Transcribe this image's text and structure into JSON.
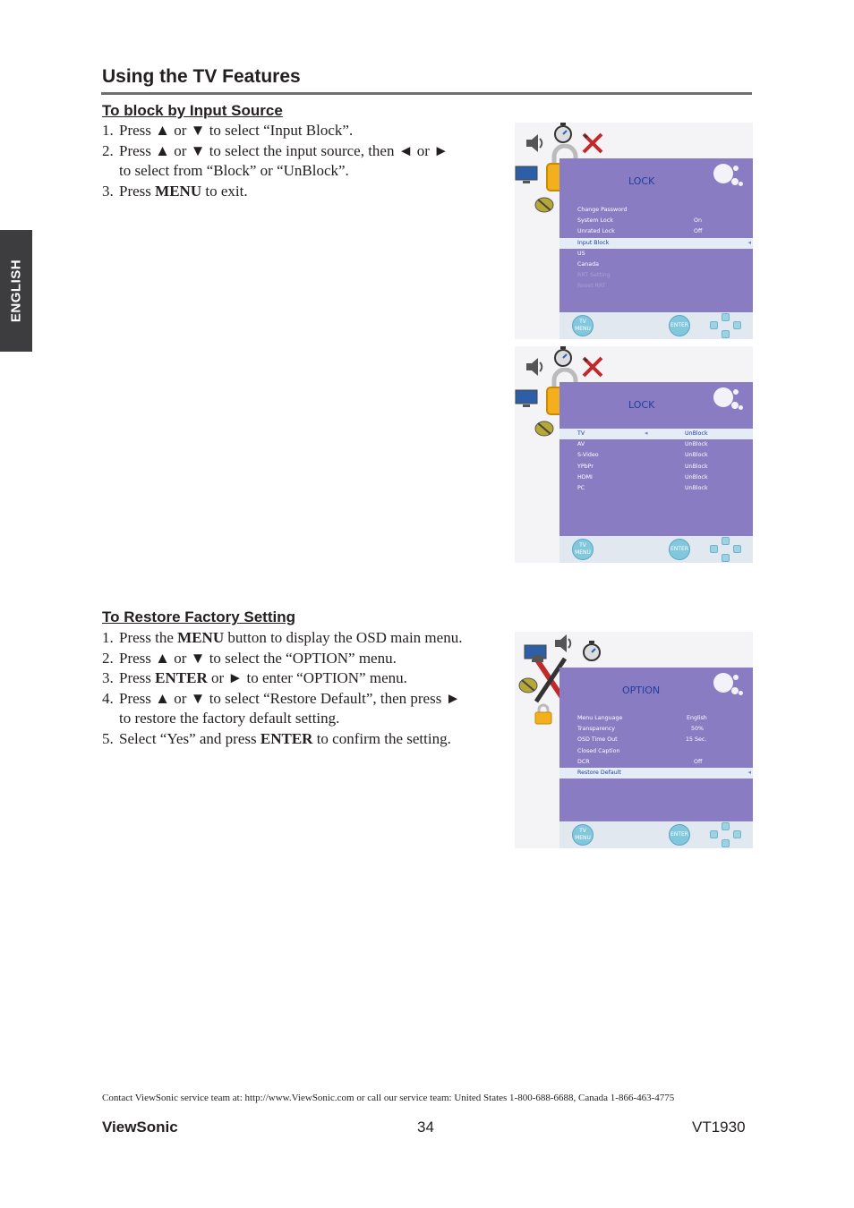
{
  "header": {
    "title": "Using the TV Features"
  },
  "side_tab": {
    "label": "ENGLISH"
  },
  "section_block": {
    "heading": "To block by Input Source",
    "steps": [
      {
        "num": "1.",
        "parts": [
          "Press ▲ or ▼ to select “Input Block”."
        ]
      },
      {
        "num": "2.",
        "parts": [
          "Press ▲ or ▼ to select the input source, then ◄ or ►",
          "to select from “Block” or “UnBlock”."
        ]
      },
      {
        "num": "3.",
        "pre": "Press ",
        "bold": "MENU",
        "post": " to exit."
      }
    ]
  },
  "section_restore": {
    "heading": "To Restore Factory Setting",
    "steps": [
      {
        "num": "1.",
        "pre": "Press the ",
        "bold": "MENU",
        "post": " button to display the OSD main menu."
      },
      {
        "num": "2.",
        "pre": "Press ▲ or ▼ to select the “OPTION” menu.",
        "bold": "",
        "post": ""
      },
      {
        "num": "3.",
        "pre": "Press ",
        "bold": "ENTER",
        "post": " or ► to enter “OPTION” menu."
      },
      {
        "num": "4.",
        "pre": "Press ▲ or ▼ to select “Restore Default”, then press ►",
        "bold": "",
        "post": "",
        "line2": "to restore the factory default setting."
      },
      {
        "num": "5.",
        "pre": "Select “Yes” and press ",
        "bold": "ENTER",
        "post": " to confirm the setting."
      }
    ]
  },
  "osd_lock_1": {
    "title": "LOCK",
    "rows": [
      {
        "label": "Change Password",
        "value": ""
      },
      {
        "label": "System Lock",
        "value": "On"
      },
      {
        "label": "Unrated Lock",
        "value": "Off"
      },
      {
        "label": "Input Block",
        "value": "",
        "selected": true
      },
      {
        "label": "US",
        "value": ""
      },
      {
        "label": "Canada",
        "value": ""
      },
      {
        "label": "RRT Setting",
        "value": "",
        "dim": true
      },
      {
        "label": "Reset RRT",
        "value": "",
        "dim": true
      }
    ]
  },
  "osd_lock_2": {
    "title": "LOCK",
    "rows": [
      {
        "label": "TV",
        "value": "UnBlock",
        "selected": true
      },
      {
        "label": "AV",
        "value": "UnBlock"
      },
      {
        "label": "S-Video",
        "value": "UnBlock"
      },
      {
        "label": "YPbPr",
        "value": "UnBlock"
      },
      {
        "label": "HDMI",
        "value": "UnBlock"
      },
      {
        "label": "PC",
        "value": "UnBlock"
      }
    ]
  },
  "osd_option": {
    "title": "OPTION",
    "rows": [
      {
        "label": "Menu Language",
        "value": "English"
      },
      {
        "label": "Transparency",
        "value": "50%"
      },
      {
        "label": "OSD Time Out",
        "value": "15 Sec."
      },
      {
        "label": "Closed Caption",
        "value": ""
      },
      {
        "label": "DCR",
        "value": "Off"
      },
      {
        "label": "Restore Default",
        "value": "",
        "selected": true
      }
    ]
  },
  "osd_buttons": {
    "menu": "TV MENU",
    "enter": "ENTER"
  },
  "contact": "Contact ViewSonic service team at: http://www.ViewSonic.com or call our service team: United States 1-800-688-6688, Canada 1-866-463-4775",
  "footer": {
    "brand": "ViewSonic",
    "page": "34",
    "model": "VT1930"
  }
}
